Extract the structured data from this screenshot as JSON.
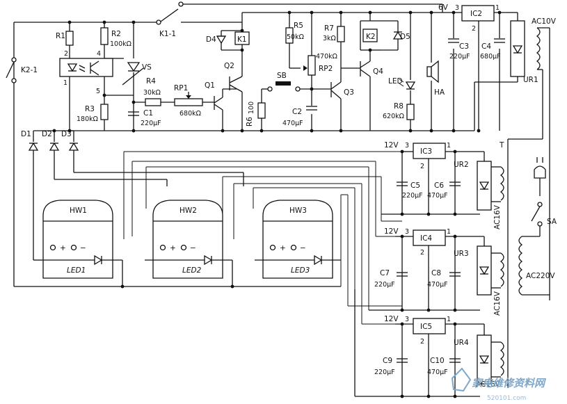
{
  "labels": {
    "K2_1": "K2-1",
    "K1_1": "K1-1",
    "R1": "R1",
    "R2": "R2",
    "R2v": "100kΩ",
    "VS": "VS",
    "opto2": "2",
    "opto4": "4",
    "opto1": "1",
    "opto5": "5",
    "R3": "R3",
    "R3v": "180kΩ",
    "R4": "R4",
    "R4v": "30kΩ",
    "RP1": "RP1",
    "RP1v": "680kΩ",
    "C1": "C1",
    "C1v": "220μF",
    "Q1": "Q1",
    "Q2": "Q2",
    "D4": "D4",
    "K1": "K1",
    "R6": "R6",
    "R6v": "100",
    "SB": "SB",
    "R5": "R5",
    "R5v": "50kΩ",
    "R7": "R7",
    "R7v": "3kΩ",
    "RP2v": "470kΩ",
    "RP2": "RP2",
    "C2": "C2",
    "C2v": "470μF",
    "Q3": "Q3",
    "Q4": "Q4",
    "K2": "K2",
    "D5": "D5",
    "LED": "LED",
    "R8": "R8",
    "R8v": "620kΩ",
    "HA": "HA",
    "V6": "6V",
    "IC2": "IC2",
    "pin3a": "3",
    "pin1a": "1",
    "pin2a": "2",
    "C3": "C3",
    "C3v": "220μF",
    "C4": "C4",
    "C4v": "680μF",
    "AC10V": "AC10V",
    "UR1": "UR1",
    "D1": "D1",
    "D2": "D2",
    "D3": "D3",
    "HW1": "HW1",
    "HW2": "HW2",
    "HW3": "HW3",
    "LED1": "LED1",
    "LED2": "LED2",
    "LED3": "LED3",
    "plus": "+",
    "minus": "−",
    "T": "T",
    "V12a": "12V",
    "IC3": "IC3",
    "C5v": "220μF",
    "C5": "C5",
    "C6": "C6",
    "C6v": "470μF",
    "UR2": "UR2",
    "AC16Va": "AC16V",
    "V12b": "12V",
    "IC4": "IC4",
    "C7": "C7",
    "C7v": "220μF",
    "C8": "C8",
    "C8v": "470μF",
    "UR3": "UR3",
    "AC16Vb": "AC16V",
    "V12c": "12V",
    "IC5": "IC5",
    "C9": "C9",
    "C9v": "220μF",
    "C10": "C10",
    "C10v": "470μF",
    "UR4": "UR4",
    "AC16Vc": "AC16V",
    "SA": "SA",
    "AC220V": "AC220V",
    "p3": "3",
    "p1": "1",
    "p2": "2"
  },
  "watermark": {
    "text": "家电维修资料网",
    "url": "520101.com",
    "color": "#7fa7c9"
  }
}
